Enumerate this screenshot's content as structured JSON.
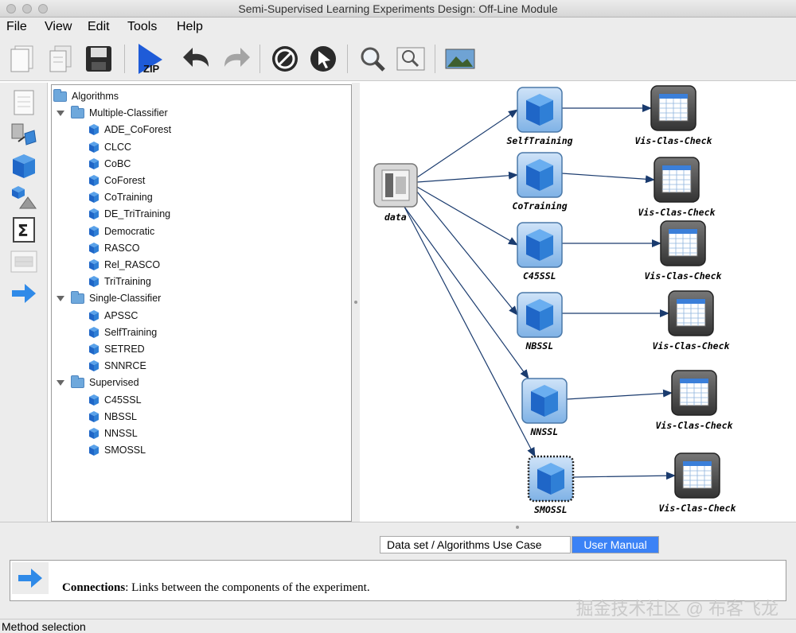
{
  "window": {
    "title": "Semi-Supervised Learning Experiments Design: Off-Line Module"
  },
  "menu": [
    "File",
    "View",
    "Edit",
    "Tools",
    "Help"
  ],
  "toolbar": {
    "buttons": [
      "new-icon",
      "open-icon",
      "save-icon",
      "zip-icon",
      "undo-icon",
      "redo-icon",
      "stop-icon",
      "select-icon",
      "search-icon",
      "zoom-icon",
      "image-icon"
    ],
    "zip_label": "ZIP"
  },
  "palette": [
    "document-icon",
    "data-import-icon",
    "cube-icon",
    "multi-cube-icon",
    "statistics-icon",
    "table-icon",
    "arrow-icon"
  ],
  "palette_text": {
    "sigma": "Σ"
  },
  "tree": {
    "root": "Algorithms",
    "groups": [
      {
        "name": "Multiple-Classifier",
        "items": [
          "ADE_CoForest",
          "CLCC",
          "CoBC",
          "CoForest",
          "CoTraining",
          "DE_TriTraining",
          "Democratic",
          "RASCO",
          "Rel_RASCO",
          "TriTraining"
        ]
      },
      {
        "name": "Single-Classifier",
        "items": [
          "APSSC",
          "SelfTraining",
          "SETRED",
          "SNNRCE"
        ]
      },
      {
        "name": "Supervised",
        "items": [
          "C45SSL",
          "NBSSL",
          "NNSSL",
          "SMOSSL"
        ]
      }
    ]
  },
  "canvas": {
    "data_node": "data",
    "algorithms": [
      "SelfTraining",
      "CoTraining",
      "C45SSL",
      "NBSSL",
      "NNSSL",
      "SMOSSL"
    ],
    "visual": "Vis-Clas-Check"
  },
  "tabs": {
    "use_case": "Data set / Algorithms Use Case",
    "manual": "User Manual"
  },
  "help": {
    "term": "Connections",
    "description": ": Links between the components of the experiment."
  },
  "status": "Method selection",
  "watermark": "掘金技术社区 @ 布客飞龙",
  "colors": {
    "accent": "#3b82f6",
    "cube": "#2f7fd6",
    "folder": "#6ea8dc"
  }
}
